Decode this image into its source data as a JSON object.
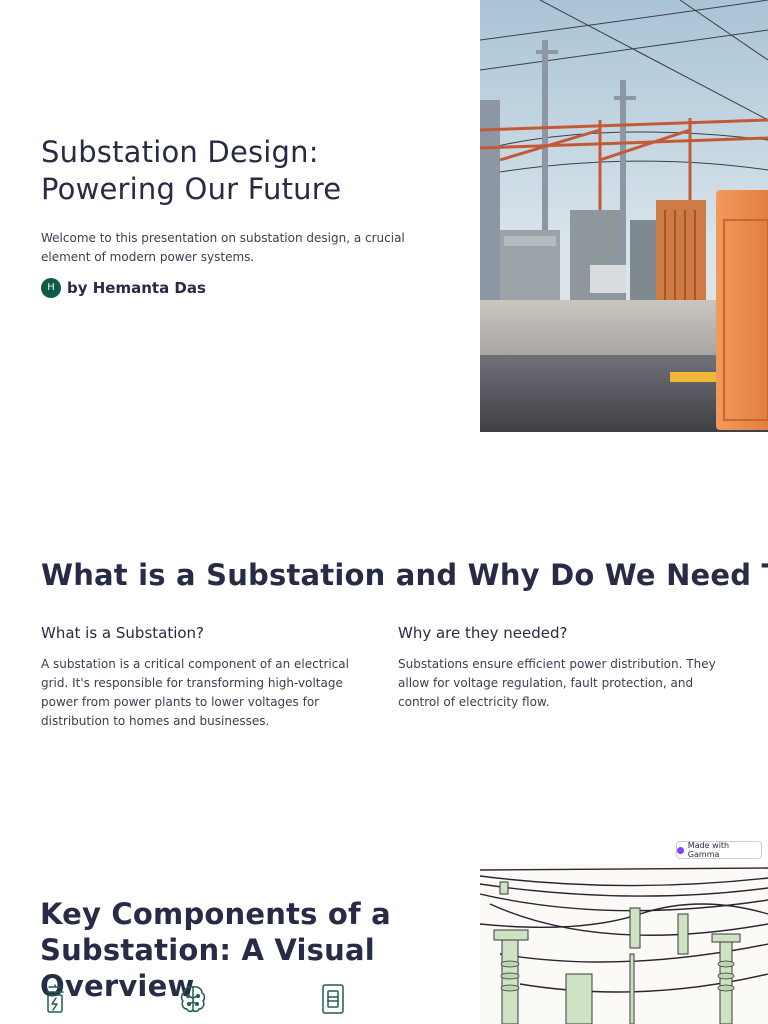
{
  "slide1": {
    "title": "Substation Design: Powering Our Future",
    "description": "Welcome to this presentation on substation design, a crucial element of modern power systems.",
    "author": {
      "initial": "H",
      "name": "by Hemanta Das"
    },
    "image_icon": "substation-photo"
  },
  "slide2": {
    "title": "What is a Substation and Why Do We Need Them?",
    "columns": [
      {
        "heading": "What is a Substation?",
        "text": "A substation is a critical component of an electrical grid. It's responsible for transforming high-voltage power from power plants to lower voltages for distribution to homes and businesses."
      },
      {
        "heading": "Why are they needed?",
        "text": "Substations ensure efficient power distribution. They allow for voltage regulation, fault protection, and control of electricity flow."
      }
    ]
  },
  "slide3": {
    "badge": "Made with Gamma",
    "title": "Key Components of a Substation: A Visual Overview",
    "icons": [
      "transformer-icon",
      "brain-icon",
      "meter-icon"
    ],
    "image_icon": "power-lines-illustration"
  },
  "colors": {
    "text": "#272b45",
    "avatar": "#0f5b4a",
    "icon_stroke": "#1f5f52",
    "accent_orange": "#f08a4b"
  }
}
